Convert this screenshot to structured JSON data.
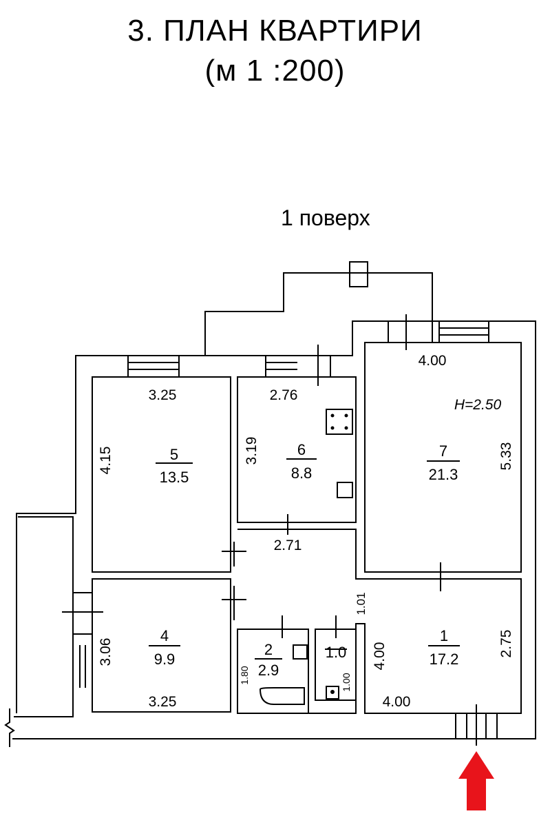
{
  "title": "3. ПЛАН  КВАРТИРИ",
  "scale": "(м 1 :200)",
  "floor_label": "1 поверх",
  "ceiling_height": "Н=2.50",
  "rooms": [
    {
      "id": "1",
      "area": "17.2",
      "dims": [
        "4.00",
        "2.75",
        "4.00",
        "1.01"
      ]
    },
    {
      "id": "2",
      "area": "2.9",
      "dims": [
        "1.80"
      ]
    },
    {
      "id": "",
      "area": "1.0",
      "dims": [
        "1.00"
      ]
    },
    {
      "id": "4",
      "area": "9.9",
      "dims": [
        "3.06",
        "3.25"
      ]
    },
    {
      "id": "5",
      "area": "13.5",
      "dims": [
        "3.25",
        "4.15"
      ]
    },
    {
      "id": "6",
      "area": "8.8",
      "dims": [
        "2.76",
        "3.19"
      ]
    },
    {
      "id": "7",
      "area": "21.3",
      "dims": [
        "4.00",
        "5.33"
      ]
    }
  ],
  "corridor_dim": "2.71",
  "entrance_arrow_color": "#e8141b"
}
